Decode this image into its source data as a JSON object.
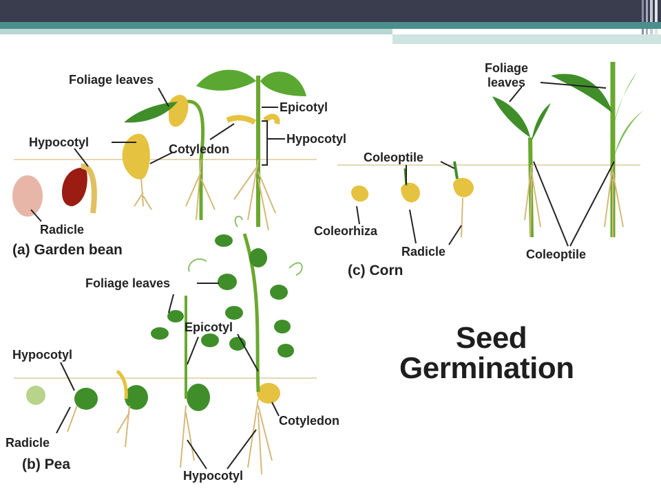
{
  "slide": {
    "title_line1": "Seed",
    "title_line2": "Germination"
  },
  "panels": {
    "a": {
      "caption": "(a) Garden bean",
      "labels": {
        "foliage": "Foliage leaves",
        "hypocotyl_left": "Hypocotyl",
        "cotyledon": "Cotyledon",
        "epicotyl": "Epicotyl",
        "hypocotyl_right": "Hypocotyl",
        "radicle": "Radicle"
      }
    },
    "b": {
      "caption": "(b) Pea",
      "labels": {
        "foliage": "Foliage leaves",
        "epicotyl": "Epicotyl",
        "hypocotyl": "Hypocotyl",
        "radicle": "Radicle",
        "cotyledon": "Cotyledon",
        "hypocotyl_bottom": "Hypocotyl"
      }
    },
    "c": {
      "caption": "(c) Corn",
      "labels": {
        "foliage_line1": "Foliage",
        "foliage_line2": "leaves",
        "coleoptile_top": "Coleoptile",
        "coleorhiza": "Coleorhiza",
        "radicle": "Radicle",
        "coleoptile_bottom": "Coleoptile"
      }
    }
  },
  "colors": {
    "header": "#3a3d4e",
    "accent_teal": "#4b8f8c",
    "leaf_green": "#3f8e2a",
    "seed_yellow": "#e5c240",
    "root_tan": "#d6b878"
  }
}
